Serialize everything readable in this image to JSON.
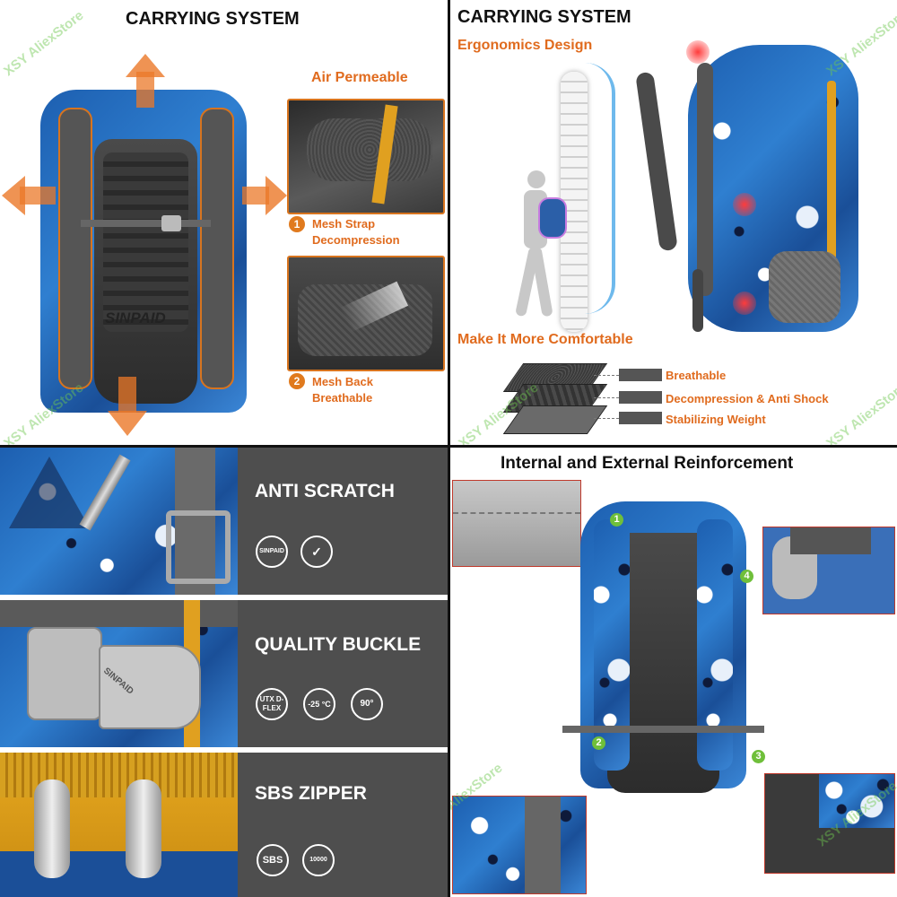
{
  "watermark": "XSY AliexStore",
  "q1": {
    "title": "CARRYING SYSTEM",
    "subtitle": "Air Permeable",
    "back_logo": "SINPAID",
    "features": [
      {
        "num": "1",
        "line1": "Mesh Strap",
        "line2": "Decompression"
      },
      {
        "num": "2",
        "line1": "Mesh Back",
        "line2": "Breathable"
      }
    ]
  },
  "q2": {
    "title": "CARRYING SYSTEM",
    "subtitle": "Ergonomics Design",
    "comfort_heading": "Make It More Comfortable",
    "layers": [
      "Breathable",
      "Decompression & Anti Shock",
      "Stabilizing Weight"
    ]
  },
  "q3": {
    "items": [
      {
        "title": "ANTI SCRATCH",
        "icons": [
          "SINPAID",
          "✓"
        ]
      },
      {
        "title": "QUALITY BUCKLE",
        "icons": [
          "UTX D-FLEX",
          "-25 °C",
          "90°"
        ]
      },
      {
        "title": "SBS ZIPPER",
        "icons": [
          "SBS",
          "10000"
        ]
      }
    ],
    "buckle_logo": "SINPAID"
  },
  "q4": {
    "title": "Internal and External Reinforcement",
    "markers": [
      "1",
      "2",
      "3",
      "4"
    ]
  },
  "colors": {
    "accent": "#e06b1e",
    "marker": "#6fbf3a"
  }
}
